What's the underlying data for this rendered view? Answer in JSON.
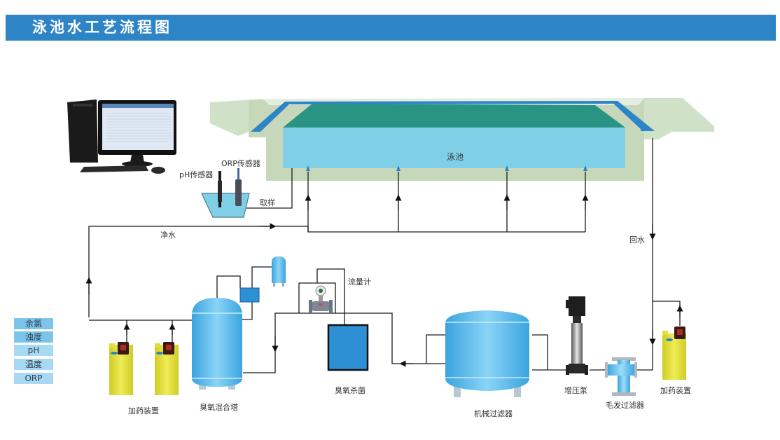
{
  "header": {
    "title": "泳池水工艺流程图"
  },
  "colors": {
    "header_bg": "#2d84c6",
    "pool_water": "#7fd0e6",
    "pool_floor": "#2a9484",
    "pool_deck": "#cbdcc0",
    "gutter": "#2d84c6",
    "tank_blue": "#5ab8ea",
    "dosing_yellow": "#e3df3a",
    "ozone_box": "#2d8fd4",
    "param_dark": "#7cc4ea",
    "param_light": "#a8d9f3"
  },
  "labels": {
    "pool": "泳池",
    "ph_sensor": "pH传感器",
    "orp_sensor": "ORP传感器",
    "sampling": "取样",
    "clean_water": "净水",
    "return_water": "回水",
    "flow_meter": "流量计",
    "ozone_mixing_tower": "臭氧混合塔",
    "ozone_sterilization": "臭氧杀菌",
    "mechanical_filter": "机械过滤器",
    "booster_pump": "增压泵",
    "hair_filter": "毛发过滤器",
    "dosing_device_left": "加药装置",
    "dosing_device_right": "加药装置"
  },
  "parameters": [
    {
      "label": "余氯"
    },
    {
      "label": "浊度"
    },
    {
      "label": "pH"
    },
    {
      "label": "温度"
    },
    {
      "label": "ORP"
    }
  ]
}
